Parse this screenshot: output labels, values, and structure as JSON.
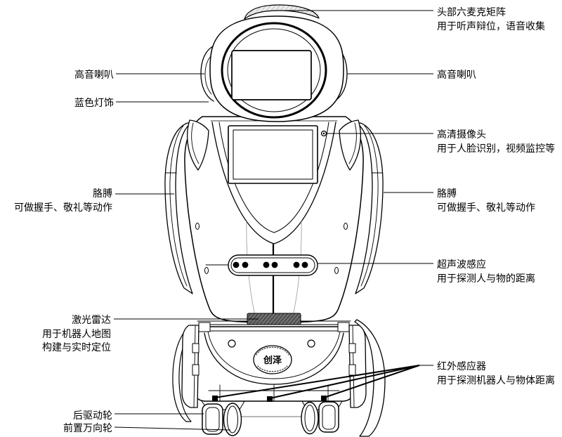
{
  "labels": {
    "head_mic": {
      "line1": "头部六麦克矩阵",
      "line2": "用于听声辩位，语音收集"
    },
    "tweeter_left": {
      "line1": "高音喇叭"
    },
    "blue_light": {
      "line1": "蓝色灯饰"
    },
    "tweeter_right": {
      "line1": "高音喇叭"
    },
    "camera": {
      "line1": "高清摄像头",
      "line2": "用于人脸识别，视频监控等"
    },
    "arm_left": {
      "line1": "胳膊",
      "line2": "可做握手、敬礼等动作"
    },
    "arm_right": {
      "line1": "胳膊",
      "line2": "可做握手、敬礼等动作"
    },
    "ultrasonic": {
      "line1": "超声波感应",
      "line2": "用于探测人与物的距离"
    },
    "lidar": {
      "line1": "激光雷达",
      "line2": "用于机器人地图",
      "line3": "构建与实时定位"
    },
    "infrared": {
      "line1": "红外感应器",
      "line2": "用于探测机器人与物体距离"
    },
    "rear_wheel": {
      "line1": "后驱动轮"
    },
    "front_caster": {
      "line1": "前置万向轮"
    }
  },
  "logo_text": "创泽",
  "colors": {
    "line": "#000000",
    "background": "#ffffff"
  }
}
